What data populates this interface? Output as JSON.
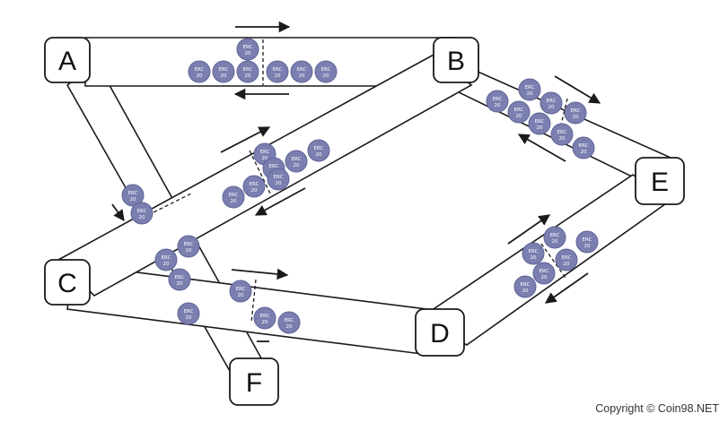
{
  "nodes": {
    "A": "A",
    "B": "B",
    "C": "C",
    "D": "D",
    "E": "E",
    "F": "F"
  },
  "coin_label": {
    "line1": "ERC",
    "line2": "20"
  },
  "footer": {
    "copyright": "Copyright © Coin98.NET"
  }
}
